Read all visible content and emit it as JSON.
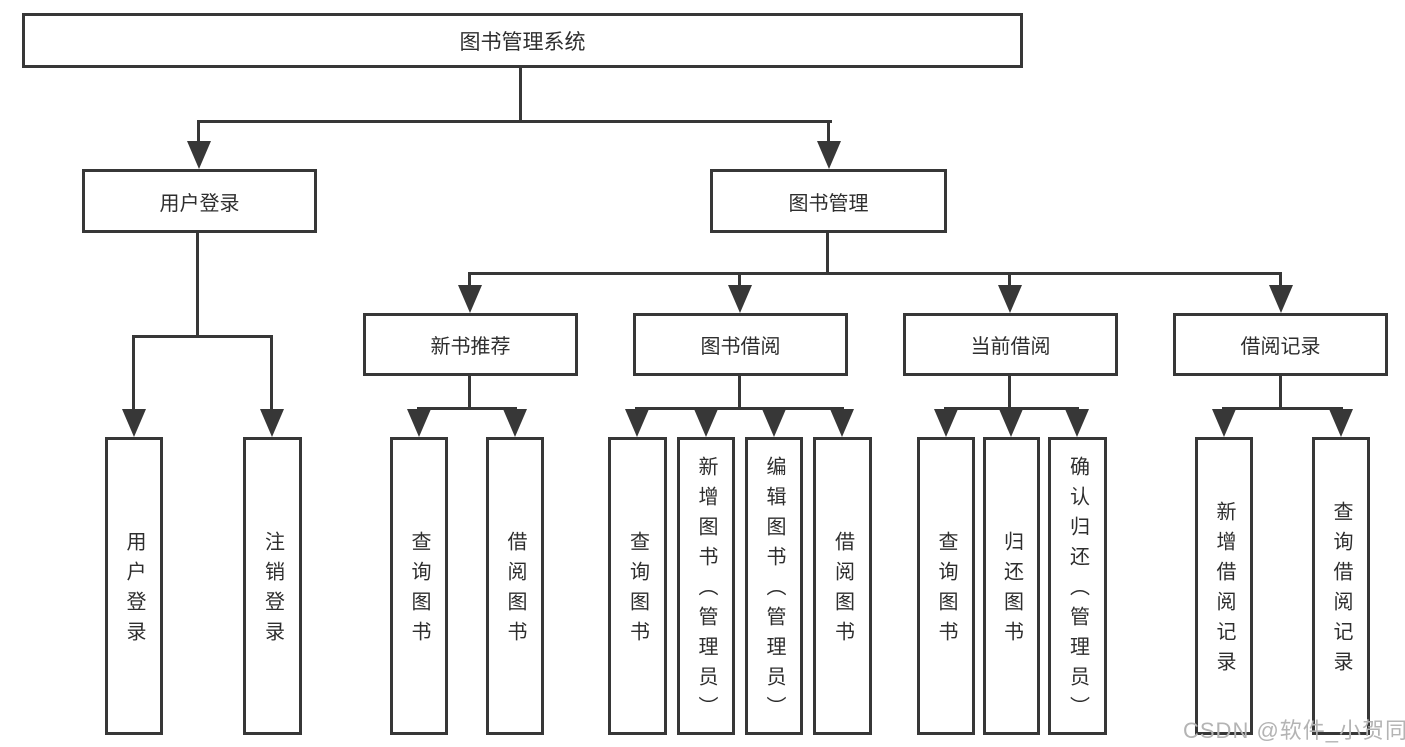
{
  "diagram": {
    "line_color": "#373737",
    "box_border_color": "#373737",
    "text_color": "#2e2e2e",
    "tree": {
      "root": {
        "label": "图书管理系统",
        "children": [
          {
            "label": "用户登录",
            "children": [
              {
                "label": "用户登录"
              },
              {
                "label": "注销登录"
              }
            ]
          },
          {
            "label": "图书管理",
            "children": [
              {
                "label": "新书推荐",
                "children": [
                  {
                    "label": "查询图书"
                  },
                  {
                    "label": "借阅图书"
                  }
                ]
              },
              {
                "label": "图书借阅",
                "children": [
                  {
                    "label": "查询图书"
                  },
                  {
                    "label": "新增图书（管理员）"
                  },
                  {
                    "label": "编辑图书（管理员）"
                  },
                  {
                    "label": "借阅图书"
                  }
                ]
              },
              {
                "label": "当前借阅",
                "children": [
                  {
                    "label": "查询图书"
                  },
                  {
                    "label": "归还图书"
                  },
                  {
                    "label": "确认归还（管理员）"
                  }
                ]
              },
              {
                "label": "借阅记录",
                "children": [
                  {
                    "label": "新增借阅记录"
                  },
                  {
                    "label": "查询借阅记录"
                  }
                ]
              }
            ]
          }
        ]
      }
    }
  },
  "watermark": {
    "text": "CSDN @软件_小贺同学",
    "color": "#b4b4b4"
  }
}
